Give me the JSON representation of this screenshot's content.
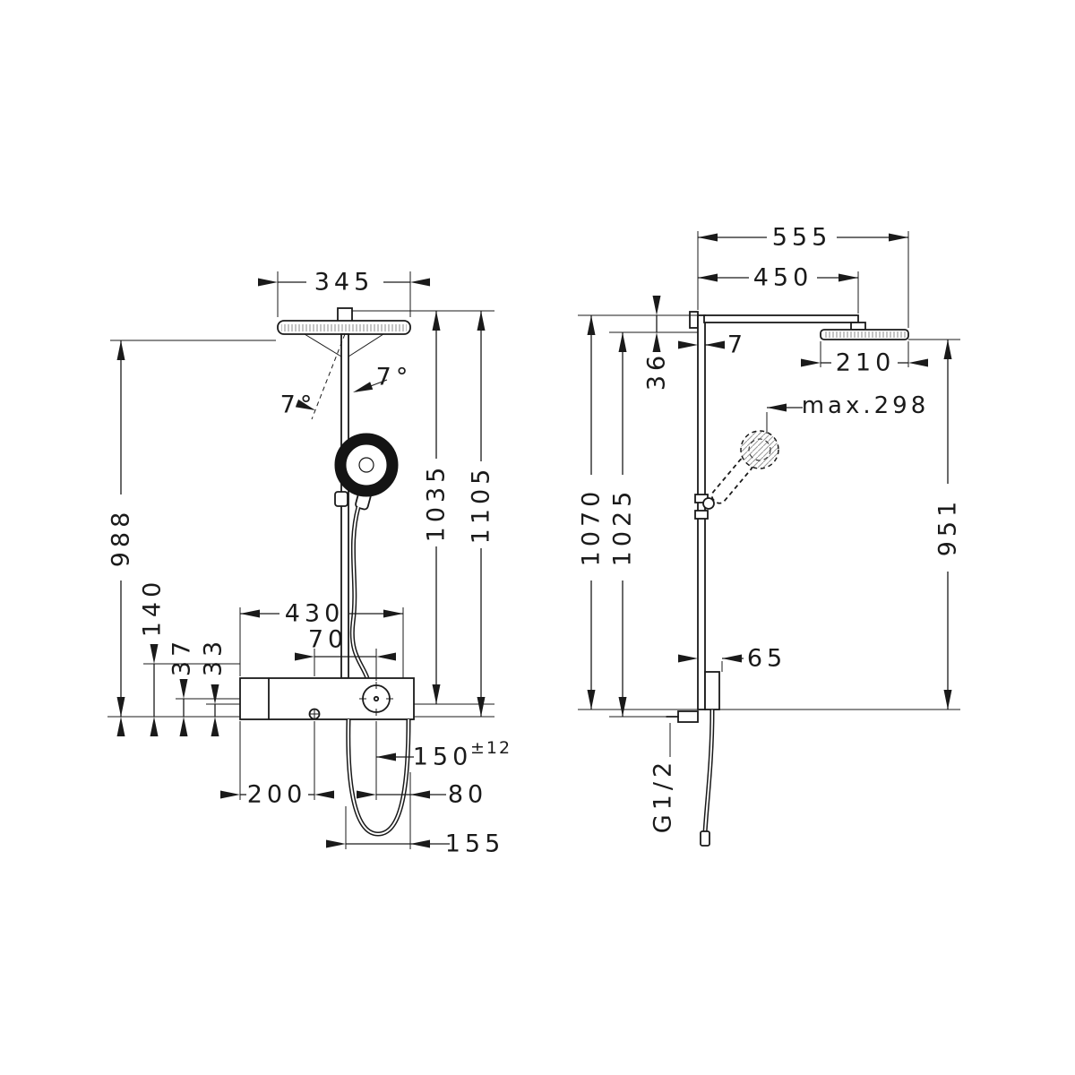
{
  "front_view": {
    "head_width": "345",
    "angle_right": "7°",
    "angle_left": "7°",
    "height_988": "988",
    "dim_140": "140",
    "dim_37": "37",
    "dim_33": "33",
    "height_1035": "1035",
    "height_1105": "1105",
    "valve_width": "430",
    "dim_70": "70",
    "dim_150": "150",
    "tol_150": "±12",
    "dim_200": "200",
    "dim_80": "80",
    "dim_155": "155"
  },
  "side_view": {
    "dim_555": "555",
    "dim_450": "450",
    "dim_7": "7",
    "dim_36": "36",
    "head_diameter": "210",
    "max_reach": "max.298",
    "height_1070": "1070",
    "height_1025": "1025",
    "height_951": "951",
    "dim_65": "65",
    "connection_thread": "G1/2"
  }
}
